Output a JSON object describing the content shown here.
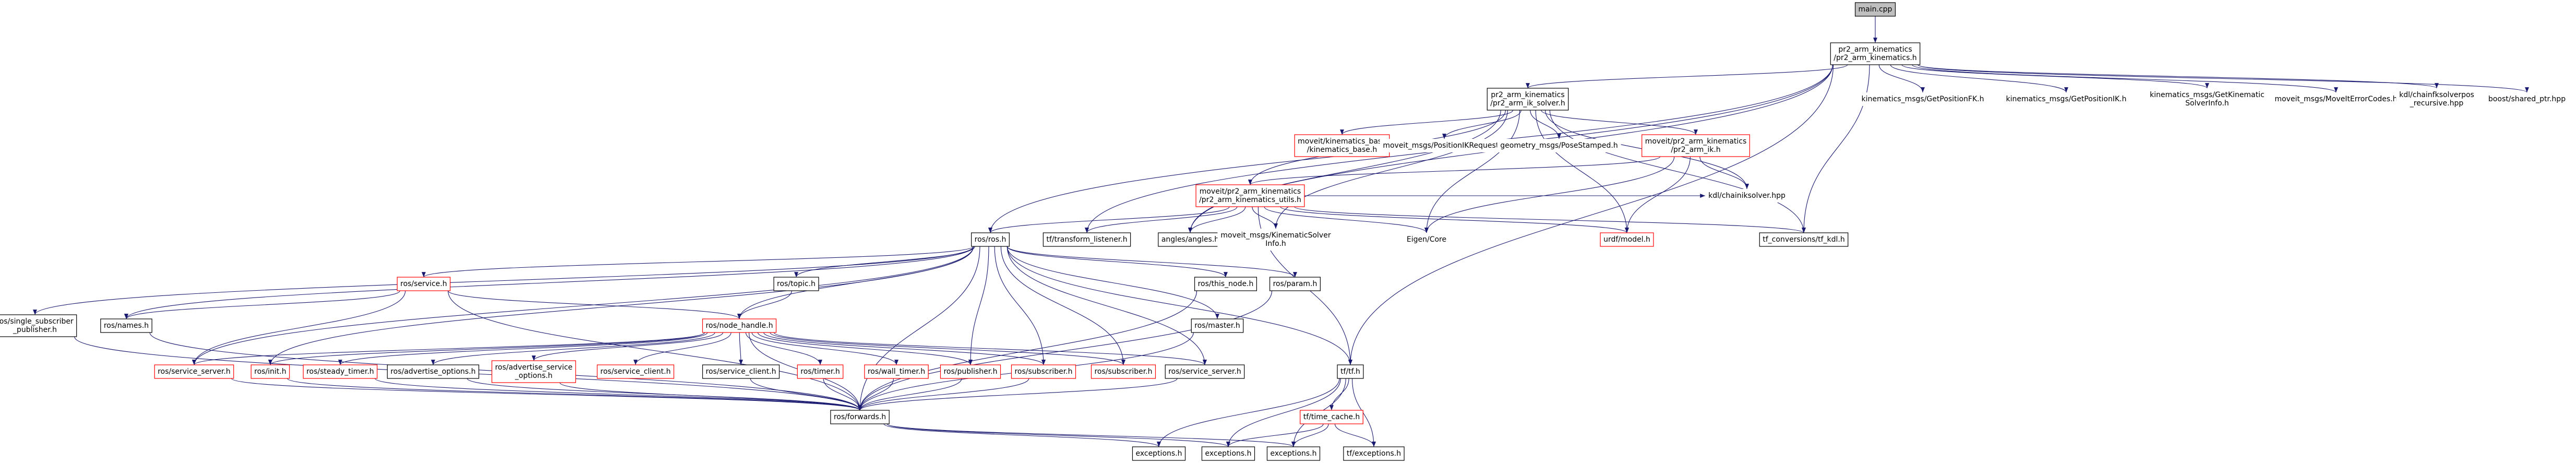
{
  "diagram": {
    "type": "include-dependency-graph",
    "edge_color": "#191970",
    "red_border_color": "#ff0000",
    "root_fill": "#bfbfbf",
    "nodes": [
      {
        "id": "main",
        "lines": [
          "main.cpp"
        ],
        "style": "root"
      },
      {
        "id": "pr2kin",
        "lines": [
          "pr2_arm_kinematics",
          "/pr2_arm_kinematics.h"
        ],
        "style": "black"
      },
      {
        "id": "ikSolver",
        "lines": [
          "pr2_arm_kinematics",
          "/pr2_arm_ik_solver.h"
        ],
        "style": "black"
      },
      {
        "id": "getPosFK",
        "lines": [
          "kinematics_msgs/GetPositionFK.h"
        ],
        "style": "plain"
      },
      {
        "id": "getPosIK",
        "lines": [
          "kinematics_msgs/GetPositionIK.h"
        ],
        "style": "plain"
      },
      {
        "id": "getKinInfo",
        "lines": [
          "kinematics_msgs/GetKinematic",
          "SolverInfo.h"
        ],
        "style": "plain"
      },
      {
        "id": "moveitErr",
        "lines": [
          "moveit_msgs/MoveItErrorCodes.h"
        ],
        "style": "plain"
      },
      {
        "id": "kdlRecur",
        "lines": [
          "kdl/chainfksolverpos",
          "_recursive.hpp"
        ],
        "style": "plain"
      },
      {
        "id": "boostShared",
        "lines": [
          "boost/shared_ptr.hpp"
        ],
        "style": "plain"
      },
      {
        "id": "kinBase",
        "lines": [
          "moveit/kinematics_base",
          "/kinematics_base.h"
        ],
        "style": "red"
      },
      {
        "id": "posIKReq",
        "lines": [
          "moveit_msgs/PositionIKRequest.h"
        ],
        "style": "plain"
      },
      {
        "id": "poseStamped",
        "lines": [
          "geometry_msgs/PoseStamped.h"
        ],
        "style": "plain"
      },
      {
        "id": "armIK",
        "lines": [
          "moveit/pr2_arm_kinematics",
          "/pr2_arm_ik.h"
        ],
        "style": "red"
      },
      {
        "id": "kinUtils",
        "lines": [
          "moveit/pr2_arm_kinematics",
          "/pr2_arm_kinematics_utils.h"
        ],
        "style": "red"
      },
      {
        "id": "chainiksolver",
        "lines": [
          "kdl/chainiksolver.hpp"
        ],
        "style": "plain"
      },
      {
        "id": "rosH",
        "lines": [
          "ros/ros.h"
        ],
        "style": "black"
      },
      {
        "id": "tfListener",
        "lines": [
          "tf/transform_listener.h"
        ],
        "style": "black"
      },
      {
        "id": "angles",
        "lines": [
          "angles/angles.h"
        ],
        "style": "black"
      },
      {
        "id": "kinSolverInfo",
        "lines": [
          "moveit_msgs/KinematicSolver",
          "Info.h"
        ],
        "style": "plain"
      },
      {
        "id": "eigenCore",
        "lines": [
          "Eigen/Core"
        ],
        "style": "plain"
      },
      {
        "id": "urdfModel",
        "lines": [
          "urdf/model.h"
        ],
        "style": "red"
      },
      {
        "id": "tfConv",
        "lines": [
          "tf_conversions/tf_kdl.h"
        ],
        "style": "black"
      },
      {
        "id": "rosService",
        "lines": [
          "ros/service.h"
        ],
        "style": "red"
      },
      {
        "id": "rosTopic",
        "lines": [
          "ros/topic.h"
        ],
        "style": "black"
      },
      {
        "id": "rosThisNode",
        "lines": [
          "ros/this_node.h"
        ],
        "style": "black"
      },
      {
        "id": "rosParam",
        "lines": [
          "ros/param.h"
        ],
        "style": "black"
      },
      {
        "id": "singleSub",
        "lines": [
          "ros/single_subscriber",
          "_publisher.h"
        ],
        "style": "black"
      },
      {
        "id": "rosNames",
        "lines": [
          "ros/names.h"
        ],
        "style": "black"
      },
      {
        "id": "nodeHandle",
        "lines": [
          "ros/node_handle.h"
        ],
        "style": "red"
      },
      {
        "id": "rosMaster",
        "lines": [
          "ros/master.h"
        ],
        "style": "black"
      },
      {
        "id": "tfH",
        "lines": [
          "tf/tf.h"
        ],
        "style": "black"
      },
      {
        "id": "svcServer1",
        "lines": [
          "ros/service_server.h"
        ],
        "style": "red"
      },
      {
        "id": "rosInit",
        "lines": [
          "ros/init.h"
        ],
        "style": "red"
      },
      {
        "id": "steadyTimer",
        "lines": [
          "ros/steady_timer.h"
        ],
        "style": "red"
      },
      {
        "id": "advOpts",
        "lines": [
          "ros/advertise_options.h"
        ],
        "style": "black"
      },
      {
        "id": "advSvcOpts",
        "lines": [
          "ros/advertise_service",
          "_options.h"
        ],
        "style": "red"
      },
      {
        "id": "svcClientRed",
        "lines": [
          "ros/service_client.h"
        ],
        "style": "red"
      },
      {
        "id": "svcClient",
        "lines": [
          "ros/service_client.h"
        ],
        "style": "black"
      },
      {
        "id": "rosTimer",
        "lines": [
          "ros/timer.h"
        ],
        "style": "red"
      },
      {
        "id": "wallTimer",
        "lines": [
          "ros/wall_timer.h"
        ],
        "style": "red"
      },
      {
        "id": "rosPublisher",
        "lines": [
          "ros/publisher.h"
        ],
        "style": "red"
      },
      {
        "id": "rosSubscriber1",
        "lines": [
          "ros/subscriber.h"
        ],
        "style": "red"
      },
      {
        "id": "rosSubscriber2",
        "lines": [
          "ros/subscriber.h"
        ],
        "style": "red"
      },
      {
        "id": "rosSubscriber3",
        "lines": [
          "ros/subscriber.h"
        ],
        "style": "black"
      },
      {
        "id": "svcServer2",
        "lines": [
          "ros/service_server.h"
        ],
        "style": "black"
      },
      {
        "id": "timeCache",
        "lines": [
          "tf/time_cache.h"
        ],
        "style": "red"
      },
      {
        "id": "rosForwards",
        "lines": [
          "ros/forwards.h"
        ],
        "style": "black"
      },
      {
        "id": "exceptions1",
        "lines": [
          "exceptions.h"
        ],
        "style": "black"
      },
      {
        "id": "exceptions2",
        "lines": [
          "exceptions.h"
        ],
        "style": "black"
      },
      {
        "id": "exceptions3",
        "lines": [
          "exceptions.h"
        ],
        "style": "black"
      },
      {
        "id": "tfExceptions",
        "lines": [
          "tf/exceptions.h"
        ],
        "style": "black"
      }
    ],
    "edges": [
      [
        "main",
        "pr2kin"
      ],
      [
        "pr2kin",
        "ikSolver"
      ],
      [
        "pr2kin",
        "getPosFK"
      ],
      [
        "pr2kin",
        "getPosIK"
      ],
      [
        "pr2kin",
        "getKinInfo"
      ],
      [
        "pr2kin",
        "moveitErr"
      ],
      [
        "pr2kin",
        "kdlRecur"
      ],
      [
        "pr2kin",
        "boostShared"
      ],
      [
        "pr2kin",
        "rosH"
      ],
      [
        "pr2kin",
        "tfListener"
      ],
      [
        "pr2kin",
        "tfConv"
      ],
      [
        "pr2kin",
        "tfH"
      ],
      [
        "pr2kin",
        "angles"
      ],
      [
        "ikSolver",
        "kinBase"
      ],
      [
        "ikSolver",
        "posIKReq"
      ],
      [
        "ikSolver",
        "poseStamped"
      ],
      [
        "ikSolver",
        "armIK"
      ],
      [
        "ikSolver",
        "kinUtils"
      ],
      [
        "ikSolver",
        "chainiksolver"
      ],
      [
        "ikSolver",
        "urdfModel"
      ],
      [
        "ikSolver",
        "tfConv"
      ],
      [
        "ikSolver",
        "angles"
      ],
      [
        "ikSolver",
        "kinSolverInfo"
      ],
      [
        "ikSolver",
        "eigenCore"
      ],
      [
        "armIK",
        "kinUtils"
      ],
      [
        "armIK",
        "urdfModel"
      ],
      [
        "armIK",
        "eigenCore"
      ],
      [
        "armIK",
        "chainiksolver"
      ],
      [
        "kinUtils",
        "rosH"
      ],
      [
        "kinUtils",
        "tfListener"
      ],
      [
        "kinUtils",
        "angles"
      ],
      [
        "kinUtils",
        "kinSolverInfo"
      ],
      [
        "kinUtils",
        "eigenCore"
      ],
      [
        "kinUtils",
        "urdfModel"
      ],
      [
        "kinUtils",
        "tfConv"
      ],
      [
        "kinUtils",
        "chainiksolver"
      ],
      [
        "kinUtils",
        "tfH"
      ],
      [
        "rosH",
        "rosService"
      ],
      [
        "rosH",
        "rosTopic"
      ],
      [
        "rosH",
        "rosThisNode"
      ],
      [
        "rosH",
        "rosParam"
      ],
      [
        "rosH",
        "singleSub"
      ],
      [
        "rosH",
        "rosNames"
      ],
      [
        "rosH",
        "nodeHandle"
      ],
      [
        "rosH",
        "rosMaster"
      ],
      [
        "rosH",
        "svcServer1"
      ],
      [
        "rosH",
        "rosInit"
      ],
      [
        "rosH",
        "rosPublisher"
      ],
      [
        "rosH",
        "rosSubscriber1"
      ],
      [
        "rosH",
        "rosSubscriber2"
      ],
      [
        "rosH",
        "svcServer2"
      ],
      [
        "rosH",
        "rosForwards"
      ],
      [
        "rosH",
        "tfH"
      ],
      [
        "rosService",
        "rosNames"
      ],
      [
        "rosService",
        "nodeHandle"
      ],
      [
        "rosService",
        "svcServer1"
      ],
      [
        "rosService",
        "rosForwards"
      ],
      [
        "rosTopic",
        "nodeHandle"
      ],
      [
        "rosThisNode",
        "rosForwards"
      ],
      [
        "rosParam",
        "rosForwards"
      ],
      [
        "singleSub",
        "rosForwards"
      ],
      [
        "rosNames",
        "rosForwards"
      ],
      [
        "nodeHandle",
        "svcServer1"
      ],
      [
        "nodeHandle",
        "rosInit"
      ],
      [
        "nodeHandle",
        "steadyTimer"
      ],
      [
        "nodeHandle",
        "advOpts"
      ],
      [
        "nodeHandle",
        "advSvcOpts"
      ],
      [
        "nodeHandle",
        "svcClientRed"
      ],
      [
        "nodeHandle",
        "svcClient"
      ],
      [
        "nodeHandle",
        "rosTimer"
      ],
      [
        "nodeHandle",
        "wallTimer"
      ],
      [
        "nodeHandle",
        "rosPublisher"
      ],
      [
        "nodeHandle",
        "rosSubscriber1"
      ],
      [
        "nodeHandle",
        "rosSubscriber2"
      ],
      [
        "nodeHandle",
        "svcServer2"
      ],
      [
        "nodeHandle",
        "rosForwards"
      ],
      [
        "rosMaster",
        "rosForwards"
      ],
      [
        "svcServer1",
        "rosForwards"
      ],
      [
        "rosInit",
        "rosForwards"
      ],
      [
        "steadyTimer",
        "rosForwards"
      ],
      [
        "advOpts",
        "rosForwards"
      ],
      [
        "advSvcOpts",
        "rosForwards"
      ],
      [
        "svcClient",
        "rosForwards"
      ],
      [
        "rosTimer",
        "rosForwards"
      ],
      [
        "wallTimer",
        "rosForwards"
      ],
      [
        "rosPublisher",
        "rosForwards"
      ],
      [
        "rosSubscriber1",
        "rosForwards"
      ],
      [
        "svcServer2",
        "rosForwards"
      ],
      [
        "rosForwards",
        "exceptions1"
      ],
      [
        "rosForwards",
        "exceptions2"
      ],
      [
        "rosForwards",
        "exceptions3"
      ],
      [
        "tfH",
        "timeCache"
      ],
      [
        "tfH",
        "exceptions1"
      ],
      [
        "tfH",
        "exceptions2"
      ],
      [
        "tfH",
        "exceptions3"
      ],
      [
        "tfH",
        "tfExceptions"
      ],
      [
        "timeCache",
        "exceptions2"
      ],
      [
        "timeCache",
        "exceptions3"
      ],
      [
        "timeCache",
        "tfExceptions"
      ]
    ]
  }
}
